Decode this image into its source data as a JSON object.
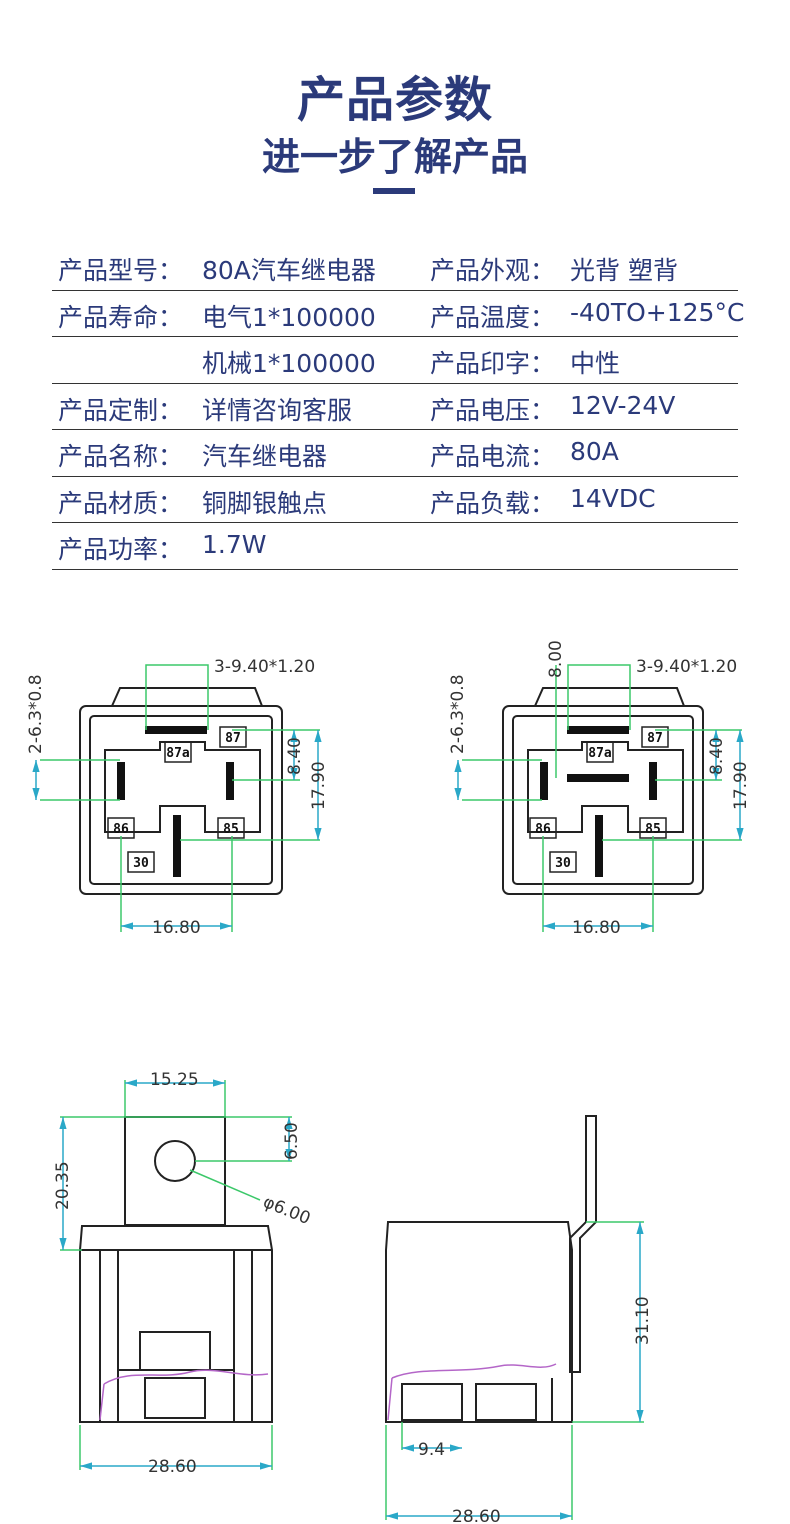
{
  "header": {
    "title": "产品参数",
    "subtitle": "进一步了解产品"
  },
  "specs": [
    {
      "l1": "产品型号：",
      "v1": "80A汽车继电器",
      "l2": "产品外观：",
      "v2": "光背 塑背"
    },
    {
      "l1": "产品寿命：",
      "v1": "电气1*100000",
      "l2": "产品温度：",
      "v2": "-40TO+125°C"
    },
    {
      "l1": "",
      "v1": "机械1*100000",
      "l2": "产品印字：",
      "v2": "中性"
    },
    {
      "l1": "产品定制：",
      "v1": "详情咨询客服",
      "l2": "产品电压：",
      "v2": "12V-24V"
    },
    {
      "l1": "产品名称：",
      "v1": "汽车继电器",
      "l2": "产品电流：",
      "v2": "80A"
    },
    {
      "l1": "产品材质：",
      "v1": "铜脚银触点",
      "l2": "产品负载：",
      "v2": "14VDC"
    },
    {
      "l1": "产品功率：",
      "v1": "1.7W",
      "l2": "",
      "v2": ""
    }
  ],
  "drawing": {
    "terminal_dim": "3-9.40*1.20",
    "coil_pin_dim": "2-6.3*0.8",
    "offset_dim": "8.00",
    "height_a": "8.40",
    "height_b": "17.90",
    "spacing": "16.80",
    "pins": {
      "p87": "87",
      "p87a": "87a",
      "p86": "86",
      "p85": "85",
      "p30": "30"
    },
    "bracket_width": "15.25",
    "hole_offset": "6.50",
    "total_height": "20.35",
    "hole_dia": "φ6.00",
    "body_width": "28.60",
    "body_height": "31.10",
    "pin_offset": "9.4"
  }
}
